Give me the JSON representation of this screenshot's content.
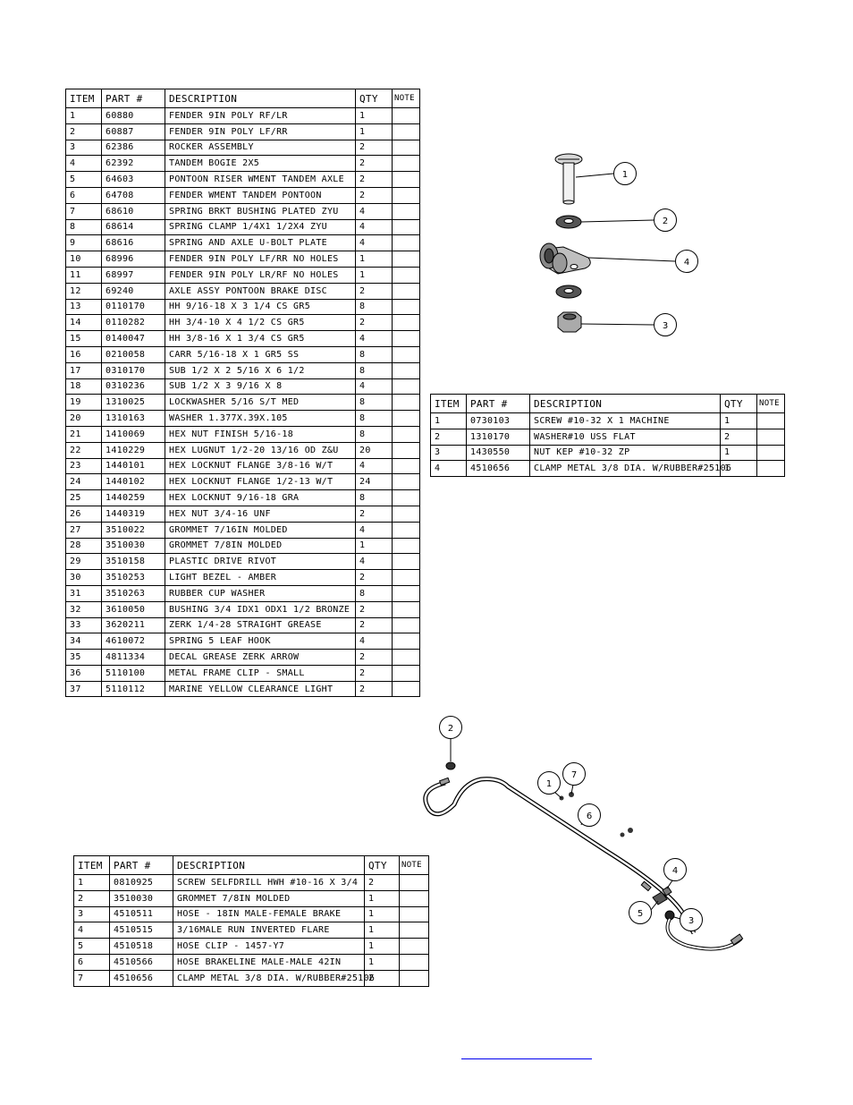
{
  "headers": {
    "item": "ITEM",
    "part": "PART #",
    "desc": "DESCRIPTION",
    "qty": "QTY",
    "note": "NOTE"
  },
  "table1": [
    {
      "item": "1",
      "part": "60880",
      "desc": "FENDER  9IN POLY RF/LR",
      "qty": "1"
    },
    {
      "item": "2",
      "part": "60887",
      "desc": "FENDER  9IN POLY LF/RR",
      "qty": "1"
    },
    {
      "item": "3",
      "part": "62386",
      "desc": "ROCKER ASSEMBLY",
      "qty": "2"
    },
    {
      "item": "4",
      "part": "62392",
      "desc": "TANDEM BOGIE   2X5",
      "qty": "2"
    },
    {
      "item": "5",
      "part": "64603",
      "desc": "PONTOON RISER WMENT TANDEM AXLE",
      "qty": "2"
    },
    {
      "item": "6",
      "part": "64708",
      "desc": "FENDER WMENT TANDEM PONTOON",
      "qty": "2"
    },
    {
      "item": "7",
      "part": "68610",
      "desc": "SPRING BRKT BUSHING PLATED ZYU",
      "qty": "4"
    },
    {
      "item": "8",
      "part": "68614",
      "desc": "SPRING CLAMP   1/4X1 1/2X4  ZYU",
      "qty": "4"
    },
    {
      "item": "9",
      "part": "68616",
      "desc": "SPRING AND AXLE U-BOLT PLATE",
      "qty": "4"
    },
    {
      "item": "10",
      "part": "68996",
      "desc": "FENDER  9IN POLY LF/RR NO HOLES",
      "qty": "1"
    },
    {
      "item": "11",
      "part": "68997",
      "desc": "FENDER  9IN POLY LR/RF NO HOLES",
      "qty": "1"
    },
    {
      "item": "12",
      "part": "69240",
      "desc": "AXLE ASSY  PONTOON BRAKE DISC",
      "qty": "2"
    },
    {
      "item": "13",
      "part": "0110170",
      "desc": "HH 9/16-18 X 3 1/4 CS GR5",
      "qty": "8"
    },
    {
      "item": "14",
      "part": "0110282",
      "desc": "HH 3/4-10 X 4 1/2 CS GR5",
      "qty": "2"
    },
    {
      "item": "15",
      "part": "0140047",
      "desc": "HH 3/8-16 X 1 3/4 CS GR5",
      "qty": "4"
    },
    {
      "item": "16",
      "part": "0210058",
      "desc": "CARR 5/16-18 X 1 GR5 SS",
      "qty": "8"
    },
    {
      "item": "17",
      "part": "0310170",
      "desc": "SUB 1/2 X 2 5/16 X 6 1/2",
      "qty": "8"
    },
    {
      "item": "18",
      "part": "0310236",
      "desc": "SUB 1/2 X 3 9/16 X 8",
      "qty": "4"
    },
    {
      "item": "19",
      "part": "1310025",
      "desc": "LOCKWASHER 5/16 S/T MED",
      "qty": "8"
    },
    {
      "item": "20",
      "part": "1310163",
      "desc": "WASHER 1.377X.39X.105",
      "qty": "8"
    },
    {
      "item": "21",
      "part": "1410069",
      "desc": "HEX NUT FINISH 5/16-18",
      "qty": "8"
    },
    {
      "item": "22",
      "part": "1410229",
      "desc": "HEX LUGNUT 1/2-20 13/16 OD Z&U",
      "qty": "20"
    },
    {
      "item": "23",
      "part": "1440101",
      "desc": "HEX LOCKNUT FLANGE 3/8-16 W/T",
      "qty": "4"
    },
    {
      "item": "24",
      "part": "1440102",
      "desc": "HEX LOCKNUT FLANGE 1/2-13 W/T",
      "qty": "24"
    },
    {
      "item": "25",
      "part": "1440259",
      "desc": "HEX LOCKNUT 9/16-18 GRA",
      "qty": "8"
    },
    {
      "item": "26",
      "part": "1440319",
      "desc": "HEX NUT 3/4-16 UNF",
      "qty": "2"
    },
    {
      "item": "27",
      "part": "3510022",
      "desc": "GROMMET  7/16IN MOLDED",
      "qty": "4"
    },
    {
      "item": "28",
      "part": "3510030",
      "desc": "GROMMET  7/8IN MOLDED",
      "qty": "1"
    },
    {
      "item": "29",
      "part": "3510158",
      "desc": "PLASTIC DRIVE RIVOT",
      "qty": "4"
    },
    {
      "item": "30",
      "part": "3510253",
      "desc": "LIGHT BEZEL - AMBER",
      "qty": "2"
    },
    {
      "item": "31",
      "part": "3510263",
      "desc": "RUBBER CUP WASHER",
      "qty": "8"
    },
    {
      "item": "32",
      "part": "3610050",
      "desc": "BUSHING  3/4 IDX1 ODX1 1/2 BRONZE",
      "qty": "2"
    },
    {
      "item": "33",
      "part": "3620211",
      "desc": "ZERK  1/4-28 STRAIGHT GREASE",
      "qty": "2"
    },
    {
      "item": "34",
      "part": "4610072",
      "desc": "SPRING  5 LEAF HOOK",
      "qty": "4"
    },
    {
      "item": "35",
      "part": "4811334",
      "desc": "DECAL GREASE ZERK ARROW",
      "qty": "2"
    },
    {
      "item": "36",
      "part": "5110100",
      "desc": "METAL FRAME CLIP - SMALL",
      "qty": "2"
    },
    {
      "item": "37",
      "part": "5110112",
      "desc": "MARINE YELLOW CLEARANCE LIGHT",
      "qty": "2"
    }
  ],
  "table2": [
    {
      "item": "1",
      "part": "0730103",
      "desc": "SCREW #10-32 X 1 MACHINE",
      "qty": "1"
    },
    {
      "item": "2",
      "part": "1310170",
      "desc": "WASHER#10 USS FLAT",
      "qty": "2"
    },
    {
      "item": "3",
      "part": "1430550",
      "desc": "NUT KEP #10-32 ZP",
      "qty": "1"
    },
    {
      "item": "4",
      "part": "4510656",
      "desc": "CLAMP METAL 3/8 DIA. W/RUBBER#25106",
      "qty": "1"
    }
  ],
  "table3": [
    {
      "item": "1",
      "part": "0810925",
      "desc": "SCREW SELFDRILL HWH #10-16 X 3/4",
      "qty": "2"
    },
    {
      "item": "2",
      "part": "3510030",
      "desc": "GROMMET  7/8IN MOLDED",
      "qty": "1"
    },
    {
      "item": "3",
      "part": "4510511",
      "desc": "HOSE - 18IN MALE-FEMALE BRAKE",
      "qty": "1"
    },
    {
      "item": "4",
      "part": "4510515",
      "desc": "3/16MALE RUN INVERTED FLARE",
      "qty": "1"
    },
    {
      "item": "5",
      "part": "4510518",
      "desc": "HOSE CLIP - 1457-Y7",
      "qty": "1"
    },
    {
      "item": "6",
      "part": "4510566",
      "desc": "HOSE BRAKELINE MALE-MALE 42IN",
      "qty": "1"
    },
    {
      "item": "7",
      "part": "4510656",
      "desc": "CLAMP METAL 3/8 DIA. W/RUBBER#25106",
      "qty": "2"
    }
  ],
  "callouts_top": [
    "1",
    "2",
    "4",
    "3"
  ],
  "callouts_bottom": [
    "2",
    "7",
    "1",
    "6",
    "4",
    "5",
    "3"
  ]
}
